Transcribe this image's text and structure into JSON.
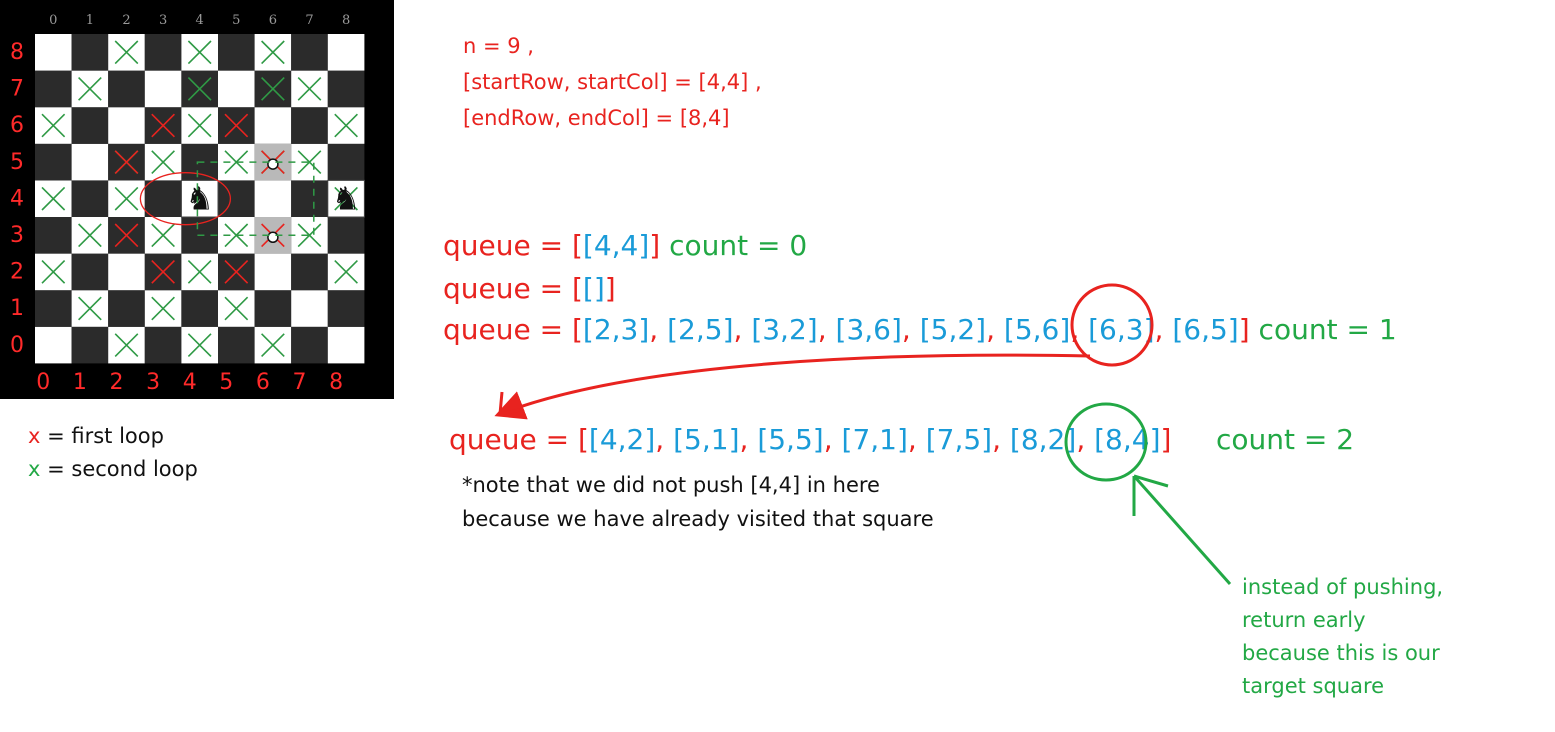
{
  "board": {
    "size": 9,
    "top_labels": [
      "0",
      "1",
      "2",
      "3",
      "4",
      "5",
      "6",
      "7",
      "8"
    ],
    "bottom_labels": [
      "0",
      "1",
      "2",
      "3",
      "4",
      "5",
      "6",
      "7",
      "8"
    ],
    "left_labels": [
      "8",
      "7",
      "6",
      "5",
      "4",
      "3",
      "2",
      "1",
      "0"
    ],
    "knight_glyph": "♞",
    "start_square": {
      "col": 4,
      "row": 4
    },
    "end_square": {
      "col": 8,
      "row": 4
    },
    "marked_squares": [
      {
        "col": 6,
        "row": 5
      },
      {
        "col": 6,
        "row": 3
      }
    ],
    "red_x_squares": [
      [
        3,
        6
      ],
      [
        5,
        6
      ],
      [
        2,
        5
      ],
      [
        2,
        3
      ],
      [
        3,
        2
      ],
      [
        5,
        2
      ],
      [
        6,
        5
      ],
      [
        6,
        3
      ]
    ],
    "green_x_squares": [
      [
        2,
        8
      ],
      [
        4,
        8
      ],
      [
        6,
        8
      ],
      [
        1,
        7
      ],
      [
        4,
        7
      ],
      [
        6,
        7
      ],
      [
        7,
        7
      ],
      [
        0,
        6
      ],
      [
        4,
        6
      ],
      [
        8,
        6
      ],
      [
        2,
        5
      ],
      [
        3,
        5
      ],
      [
        5,
        5
      ],
      [
        6,
        5
      ],
      [
        7,
        5
      ],
      [
        0,
        4
      ],
      [
        2,
        4
      ],
      [
        8,
        4
      ],
      [
        1,
        3
      ],
      [
        3,
        3
      ],
      [
        5,
        3
      ],
      [
        7,
        3
      ],
      [
        0,
        2
      ],
      [
        4,
        2
      ],
      [
        8,
        2
      ],
      [
        1,
        1
      ],
      [
        3,
        1
      ],
      [
        5,
        1
      ],
      [
        2,
        0
      ],
      [
        4,
        0
      ],
      [
        6,
        0
      ]
    ],
    "colors": {
      "light": "#ffffff",
      "dark": "#2b2b2b",
      "marked": "#b9b9b9",
      "label": "#ff2a2a",
      "top_label": "#9a9a9a"
    }
  },
  "params": {
    "line1": "n = 9 ,",
    "line2": "[startRow, startCol] = [4,4] ,",
    "line3": "[endRow, endCol] = [8,4]"
  },
  "queues": [
    {
      "prefix": "queue = [",
      "items": [
        "[4,4]"
      ],
      "suffix": "]",
      "count": "count = 0"
    },
    {
      "prefix": "queue = [",
      "items": [
        "[]"
      ],
      "suffix": "]",
      "count": ""
    },
    {
      "prefix": "queue = [",
      "items": [
        "[2,3]",
        "[2,5]",
        "[3,2]",
        "[3,6]",
        "[5,2]",
        "[5,6]",
        "[6,3]",
        "[6,5]"
      ],
      "suffix": "]",
      "count": "count = 1"
    },
    {
      "prefix": "queue = [",
      "items": [
        "[4,2]",
        "[5,1]",
        "[5,5]",
        "[7,1]",
        "[7,5]",
        "[8,2]",
        "[8,4]"
      ],
      "suffix": "]",
      "count": "count = 2"
    }
  ],
  "legend": {
    "red_mark": "x",
    "red_text": " = first loop",
    "green_mark": "x",
    "green_text": " = second loop"
  },
  "note": {
    "line1": "*note that we did not push [4,4] in here",
    "line2": "because we have already visited that square"
  },
  "side_note": {
    "line1": "instead of pushing,",
    "line2": "return early",
    "line3": "because this is our",
    "line4": "target square"
  },
  "colors": {
    "red": "#e8231f",
    "blue": "#1a9bd8",
    "green": "#22a845"
  }
}
